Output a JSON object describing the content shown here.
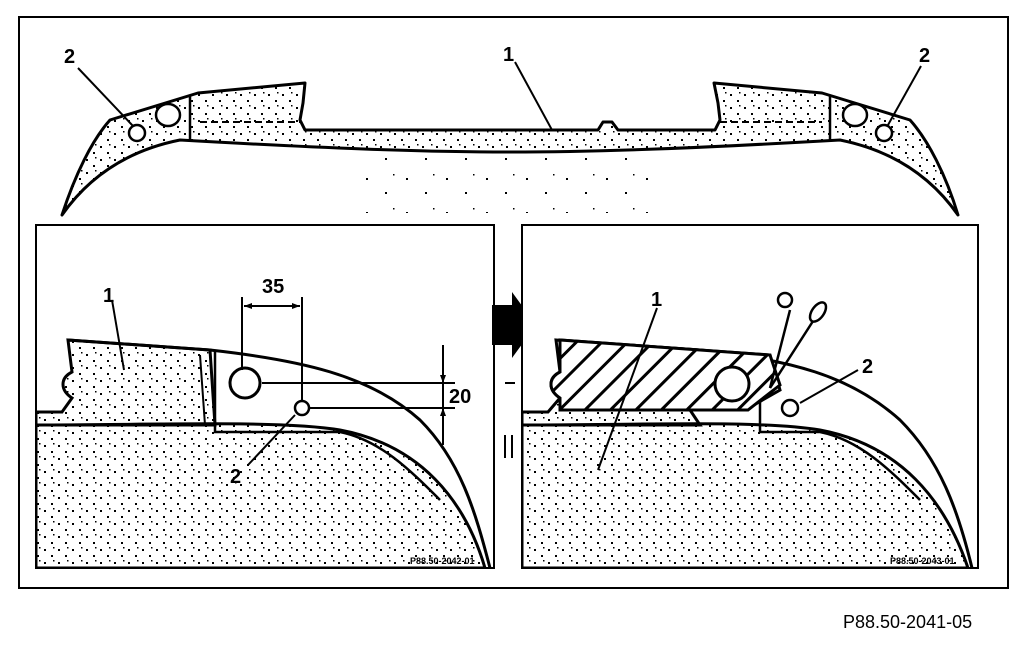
{
  "top_view": {
    "label_part": "1",
    "label_hole_left": "2",
    "label_hole_right": "2"
  },
  "left_detail": {
    "label_part": "1",
    "label_hole": "2",
    "dim_horizontal": "35",
    "dim_vertical": "20",
    "code": "P88.50-2042-01"
  },
  "right_detail": {
    "label_part": "1",
    "label_hole": "2",
    "code": "P88.50-2043-01"
  },
  "figure_reference": "P88.50-2041-05"
}
